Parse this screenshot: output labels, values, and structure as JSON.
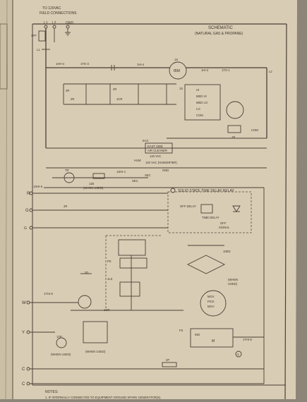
{
  "header": {
    "supply_line1": "TO 120VAC",
    "supply_line2": "FIELD CONNECTIONS",
    "l1": "L1",
    "l2": "L2",
    "gnd": "GND"
  },
  "title": {
    "main": "SCHEMATIC",
    "sub": "(NATURAL GAS & PROPANE)"
  },
  "line_voltage": {
    "wire_labels": [
      "1HH-4",
      "1TO-3",
      "1HI-4",
      "1HI-3",
      "1TO-1",
      "L2"
    ],
    "blower": {
      "label": "IBM",
      "tag": "1S"
    },
    "speed_taps": [
      "HI",
      "MED HI",
      "MED LO",
      "LO",
      "COM"
    ],
    "taps_ref": "1S",
    "motor_tag": "1B",
    "com": "COM",
    "eac": "EAC",
    "eac_label1": "EAST SIDE",
    "eac_label2": "AIR CLEANER",
    "eac_label3": "120 VAC",
    "hum_label": "HUM",
    "hum_text": "120 VAC (HUMIDIFIER)",
    "gnd_label": "GND"
  },
  "low_voltage": {
    "transformer": "TR",
    "fuse": "11B",
    "fuse_note": "(WHEN USED)",
    "sec_labels": [
      "SEC",
      "SEC"
    ],
    "wire_labels": [
      "1SHI-5",
      "1SHI-1",
      "1THI-5"
    ],
    "relay_title": "SOLID STATE TIME DELAY RELAY",
    "relay_parts": [
      "OFF DELAY",
      "TIME DELAY",
      "OFF",
      "SIGNAL"
    ],
    "pressure_switch": [
      "PS",
      "PS"
    ],
    "terminals": [
      "R",
      "G",
      "W",
      "Y",
      "C"
    ],
    "relays": [
      "2R",
      "2R",
      "3D",
      "3D",
      "1CR"
    ],
    "ignition_module": [
      "MGV",
      "PICK",
      "MGV"
    ],
    "ignition_note": [
      "(WHEN",
      "USED)"
    ],
    "rollout": "1TP",
    "rollout_note": "(WHEN USED)",
    "limit": "1LS",
    "ind": "IND",
    "flame_sensor": "FS",
    "inducer": "M",
    "circle_marker": "①",
    "bottom_labels": [
      "2P",
      "10ED",
      "1THI-6"
    ]
  },
  "notes": {
    "heading": "NOTES:",
    "line1": "1.   IF INTERNALLY CONNECTED TO EQUIPMENT GROUND SPARK GENERATOR(S)."
  }
}
